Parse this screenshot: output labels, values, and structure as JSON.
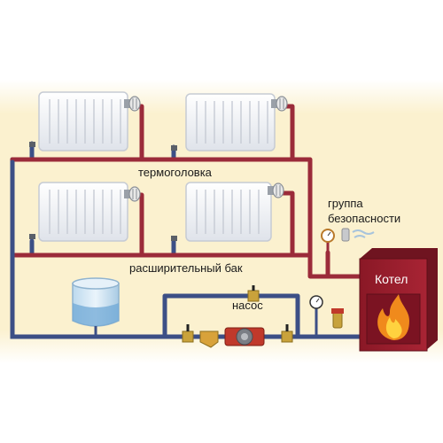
{
  "diagram": {
    "labels": {
      "thermo_head": "термоголовка",
      "safety_group_line1": "группа",
      "safety_group_line2": "безопасности",
      "expansion_tank": "расширительный бак",
      "pump": "насос",
      "boiler": "Котел"
    },
    "colors": {
      "supply_pipe": "#9b2b3a",
      "return_pipe": "#3c4f86",
      "radiator": "#f3f5f8",
      "boiler_body": "#9c1f2e",
      "flame": "#f08a1c",
      "background_band": "#fbf1cf"
    },
    "icons": [
      "radiator-icon",
      "thermostatic-head-icon",
      "pressure-gauge-icon",
      "air-vent-icon",
      "expansion-tank-icon",
      "circulation-pump-icon",
      "valve-icon",
      "filter-icon",
      "flame-icon"
    ]
  }
}
